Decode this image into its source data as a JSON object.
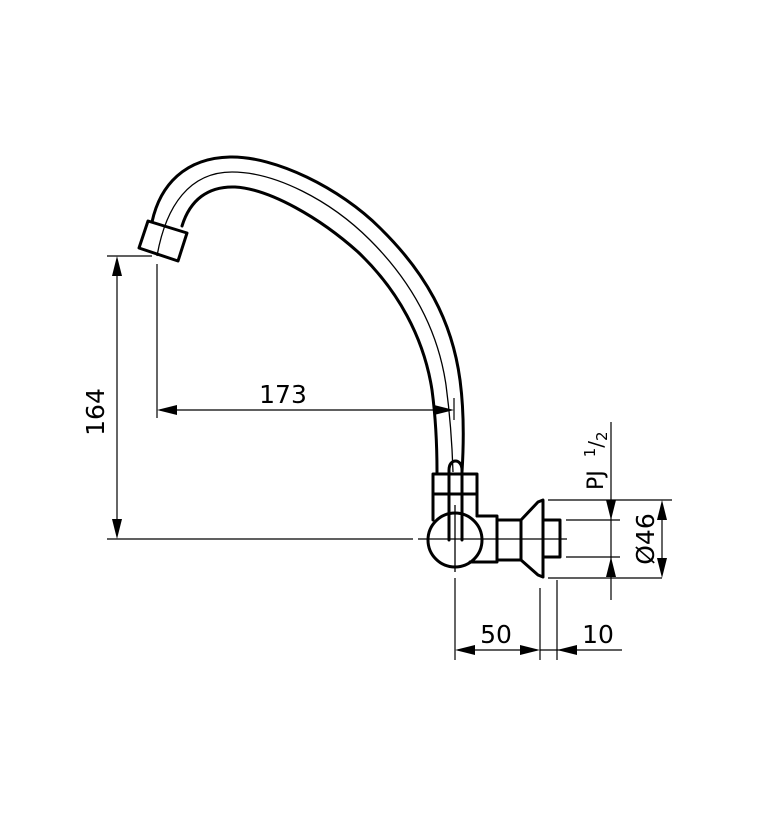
{
  "drawing": {
    "subject": "Wall-mounted faucet with swivel spout",
    "background": "#ffffff",
    "line_color": "#000000"
  },
  "dimensions": {
    "spout_height": {
      "label": "164",
      "orientation": "vertical"
    },
    "spout_reach": {
      "label": "173",
      "orientation": "horizontal"
    },
    "body_depth": {
      "label": "50",
      "orientation": "horizontal"
    },
    "escutcheon_offset": {
      "label": "10",
      "orientation": "horizontal"
    },
    "escutcheon_diameter": {
      "label": "Ø46",
      "orientation": "vertical"
    },
    "thread": {
      "label": "PJ ½",
      "prefix": "PJ",
      "fraction": "1/2",
      "orientation": "vertical"
    }
  }
}
